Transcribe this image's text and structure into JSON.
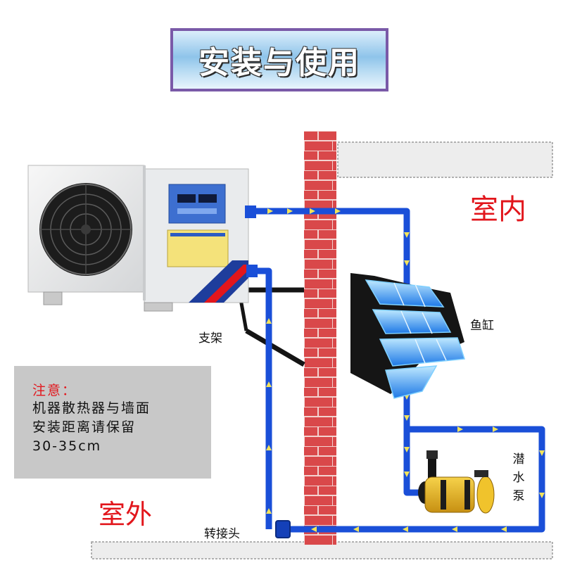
{
  "title": "安装与使用",
  "labels": {
    "indoor": "室内",
    "outdoor": "室外",
    "fish_tank": "鱼缸",
    "bracket": "支架",
    "adapter": "转接头",
    "submersible_pump": "潜水泵"
  },
  "note": {
    "title": "注意：",
    "lines": [
      "机器散热器与墙面",
      "安装距离请保留",
      "30-35cm"
    ]
  },
  "colors": {
    "accent_red": "#e2161c",
    "pipe_blue": "#1a4fd8",
    "brick_red": "#d9484a",
    "flow_arrow": "#f2e35c"
  }
}
